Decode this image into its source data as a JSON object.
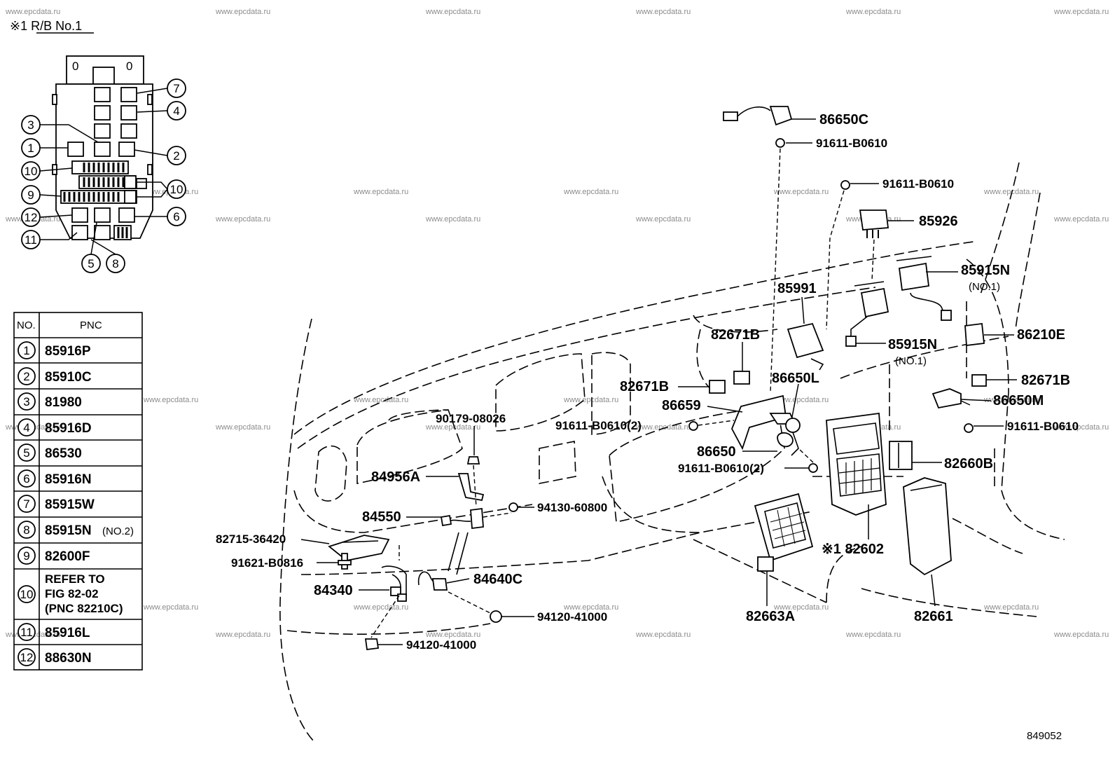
{
  "header": {
    "title": "※1 R/B No.1"
  },
  "diagram_id": "849052",
  "watermark": "www.epcdata.ru",
  "relay_block": {
    "top_marks": [
      "0",
      "0"
    ],
    "callouts": [
      "1",
      "2",
      "3",
      "4",
      "5",
      "6",
      "7",
      "8",
      "9",
      "10",
      "10",
      "11",
      "12"
    ]
  },
  "table": {
    "headers": [
      "NO.",
      "PNC"
    ],
    "rows": [
      {
        "no": "1",
        "pnc": "85916P",
        "note": ""
      },
      {
        "no": "2",
        "pnc": "85910C",
        "note": ""
      },
      {
        "no": "3",
        "pnc": "81980",
        "note": ""
      },
      {
        "no": "4",
        "pnc": "85916D",
        "note": ""
      },
      {
        "no": "5",
        "pnc": "86530",
        "note": ""
      },
      {
        "no": "6",
        "pnc": "85916N",
        "note": ""
      },
      {
        "no": "7",
        "pnc": "85915W",
        "note": ""
      },
      {
        "no": "8",
        "pnc": "85915N",
        "note": "(NO.2)"
      },
      {
        "no": "9",
        "pnc": "82600F",
        "note": ""
      },
      {
        "no": "10",
        "pnc": "REFER TO",
        "line2": "FIG 82-02",
        "line3": "(PNC 82210C)",
        "note": ""
      },
      {
        "no": "11",
        "pnc": "85916L",
        "note": ""
      },
      {
        "no": "12",
        "pnc": "88630N",
        "note": ""
      }
    ]
  },
  "parts": [
    {
      "id": "86650C",
      "label": "86650C"
    },
    {
      "id": "91611-B0610-a",
      "label": "91611-B0610"
    },
    {
      "id": "91611-B0610-b",
      "label": "91611-B0610"
    },
    {
      "id": "85926",
      "label": "85926"
    },
    {
      "id": "85915N-1",
      "label": "85915N",
      "sub": "(NO.1)"
    },
    {
      "id": "85991",
      "label": "85991"
    },
    {
      "id": "86210E",
      "label": "86210E"
    },
    {
      "id": "82671B-a",
      "label": "82671B"
    },
    {
      "id": "85915N-2",
      "label": "85915N",
      "sub": "(NO.1)"
    },
    {
      "id": "82671B-b",
      "label": "82671B"
    },
    {
      "id": "86650L",
      "label": "86650L"
    },
    {
      "id": "82671B-c",
      "label": "82671B"
    },
    {
      "id": "86650M",
      "label": "86650M"
    },
    {
      "id": "86659",
      "label": "86659"
    },
    {
      "id": "91611-B0610-2a",
      "label": "91611-B0610(2)"
    },
    {
      "id": "91611-B0610-c",
      "label": "91611-B0610"
    },
    {
      "id": "90179-08026",
      "label": "90179-08026"
    },
    {
      "id": "86650",
      "label": "86650"
    },
    {
      "id": "82660B",
      "label": "82660B"
    },
    {
      "id": "91611-B0610-2b",
      "label": "91611-B0610(2)"
    },
    {
      "id": "84956A",
      "label": "84956A"
    },
    {
      "id": "94130-60800",
      "label": "94130-60800"
    },
    {
      "id": "84550",
      "label": "84550"
    },
    {
      "id": "82715-36420",
      "label": "82715-36420"
    },
    {
      "id": "82602",
      "label": "※1 82602"
    },
    {
      "id": "91621-B0816",
      "label": "91621-B0816"
    },
    {
      "id": "84640C",
      "label": "84640C"
    },
    {
      "id": "84340",
      "label": "84340"
    },
    {
      "id": "94120-41000-a",
      "label": "94120-41000"
    },
    {
      "id": "82663A",
      "label": "82663A"
    },
    {
      "id": "82661",
      "label": "82661"
    },
    {
      "id": "94120-41000-b",
      "label": "94120-41000"
    }
  ]
}
